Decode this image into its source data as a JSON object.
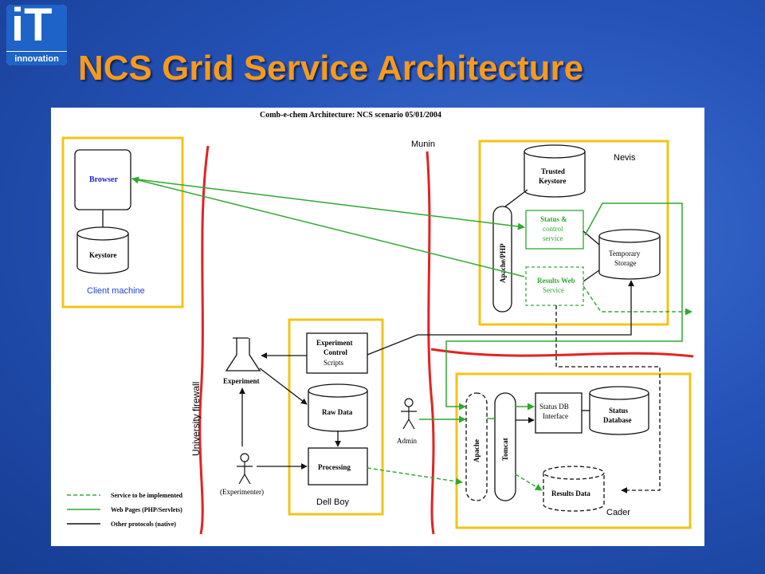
{
  "logo": {
    "glyph": "iT",
    "subtitle": "innovation"
  },
  "slide": {
    "title": "NCS Grid Service Architecture"
  },
  "diagram": {
    "caption": "Comb-e-chem Architecture: NCS scenario 05/01/2004",
    "boundaries": {
      "munin": "Munin",
      "firewall": "University firewall"
    },
    "client": {
      "zone": "Client machine",
      "browser": "Browser",
      "keystore": "Keystore"
    },
    "nevis": {
      "zone": "Nevis",
      "trusted_keystore": [
        "Trusted",
        "Keystore"
      ],
      "apache_php": "Apache/PHP",
      "status_control": [
        "Status &",
        "control",
        "service"
      ],
      "results_web": [
        "Results Web",
        "Service"
      ],
      "temporary_storage": [
        "Temporary",
        "Storage"
      ]
    },
    "dellboy": {
      "zone": "Dell Boy",
      "experiment_control": [
        "Experiment",
        "Control",
        "Scripts"
      ],
      "raw_data": "Raw Data",
      "processing": "Processing"
    },
    "cader": {
      "zone": "Cader",
      "apache": "Apache",
      "tomcat": "Tomcat",
      "status_db_interface": [
        "Status DB",
        "Interface"
      ],
      "status_database": [
        "Status",
        "Database"
      ],
      "results_data": "Results Data"
    },
    "people": {
      "experiment": "Experiment",
      "admin": "Admin",
      "experimenter": "(Experimenter)"
    },
    "legend": [
      {
        "label": "Service to be implemented",
        "color": "#3aa83a",
        "style": "dashed"
      },
      {
        "label": "Web Pages (PHP/Servlets)",
        "color": "#2fa82f",
        "style": "solid"
      },
      {
        "label": "Other protocols (native)",
        "color": "#111111",
        "style": "solid"
      }
    ],
    "colors": {
      "zone": "#f2c419",
      "firewall": "#e32222",
      "web": "#2fa82f",
      "native": "#111111",
      "browser_text": "#2424c8",
      "client_text": "#1e3fd6"
    }
  }
}
